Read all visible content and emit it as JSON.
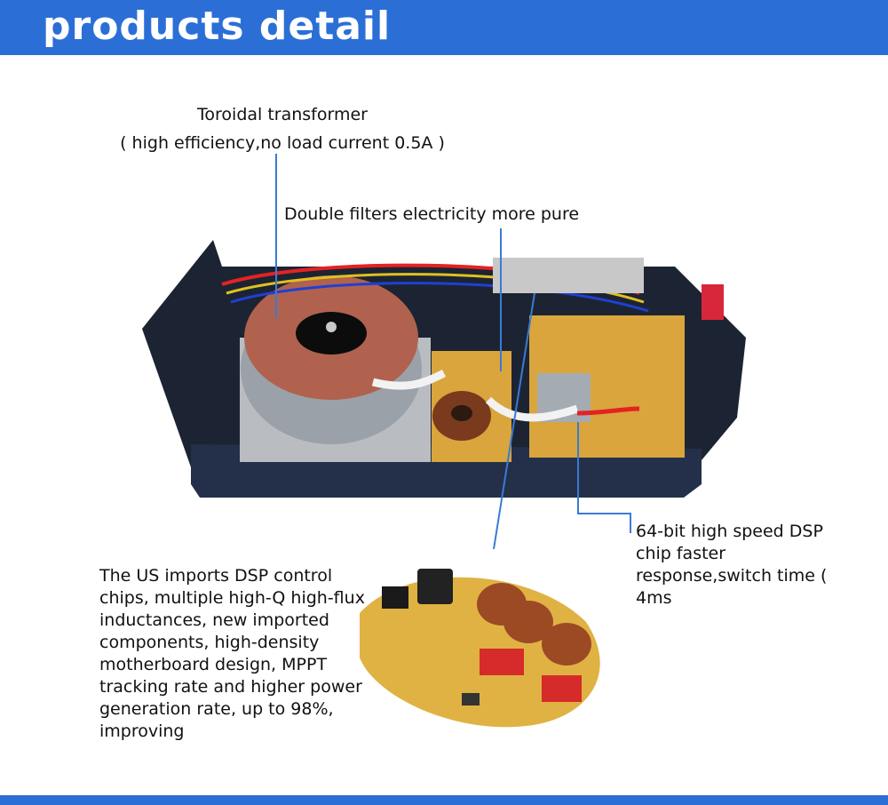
{
  "header": {
    "title": "products detail"
  },
  "callouts": {
    "transformer": {
      "line1": "Toroidal transformer",
      "line2": "( high efficiency,no load current 0.5A )"
    },
    "filters": {
      "text": "Double filters electricity more pure"
    },
    "dsp": {
      "text": "64-bit high speed DSP chip faster response,switch time ( 4ms"
    },
    "imports": {
      "text": "The US imports DSP control chips, multiple high-Q high-flux inductances, new imported components, high-density motherboard design, MPPT tracking rate and higher power generation rate, up to 98%, improving"
    }
  },
  "colors": {
    "brand_blue": "#2b6fd6",
    "leader_line": "#3a7bd5",
    "chassis": "#1c2433",
    "pcb": "#d9a53c"
  }
}
